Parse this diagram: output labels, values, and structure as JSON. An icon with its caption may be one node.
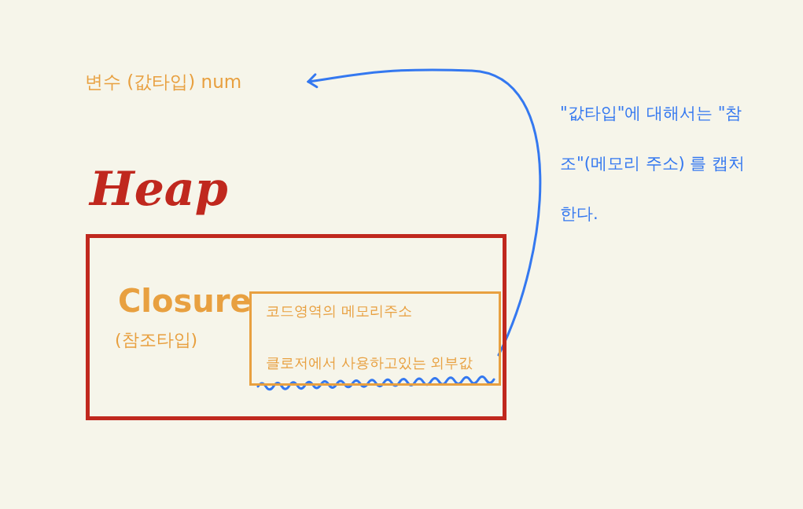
{
  "diagram": {
    "nodes": [
      {
        "text": [
          "Heap"
        ]
      },
      {
        "text": [
          "코드영역의 메모리주소",
          "클로저에서 사용하고있는 외부값"
        ],
        "in": 0
      },
      {
        "text": [
          "변수 (값타입) num"
        ]
      }
    ],
    "edges": [
      {
        "from": 1,
        "to": 2,
        "arrow": "to"
      }
    ],
    "labels": [
      "Closure",
      "(참조타입)",
      "\"값타입\"에 대해서는 \"참조\"(메모리 주소) 를 캡처한다."
    ]
  }
}
